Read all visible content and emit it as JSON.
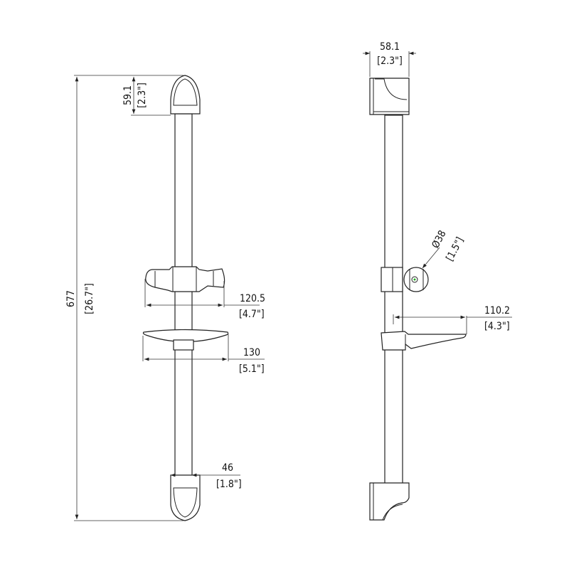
{
  "front_view": {
    "overall_height": {
      "value": "677",
      "inch": "[26.7\"]"
    },
    "bracket_height": {
      "value": "59.1",
      "inch": "[2.3\"]"
    },
    "slider_width": {
      "value": "120.5",
      "inch": "[4.7\"]"
    },
    "soap_dish_width": {
      "value": "130",
      "inch": "[5.1\"]"
    },
    "bracket_gap": {
      "value": "46",
      "inch": "[1.8\"]"
    }
  },
  "side_view": {
    "bracket_depth": {
      "value": "58.1",
      "inch": "[2.3\"]"
    },
    "knob_diameter": {
      "value": "Ø38",
      "inch": "[1.5\"]"
    },
    "soap_dish_depth": {
      "value": "110.2",
      "inch": "[4.3\"]"
    }
  }
}
